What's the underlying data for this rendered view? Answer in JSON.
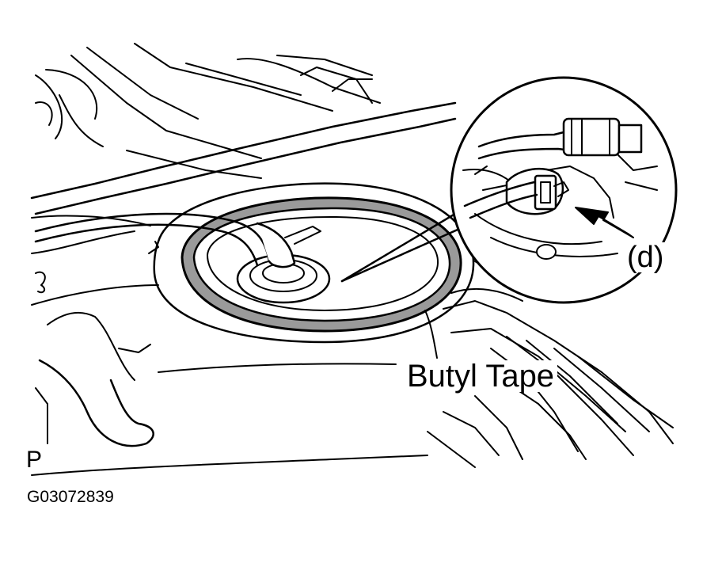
{
  "labels": {
    "butyl_tape": "Butyl Tape",
    "detail_marker": "(d)",
    "view_letter": "P",
    "figure_code": "G03072839"
  },
  "colors": {
    "line": "#000000",
    "background": "#ffffff",
    "tape_fill": "#9a9a9a"
  },
  "icons": {
    "direction_arrow": "arrow-icon"
  }
}
